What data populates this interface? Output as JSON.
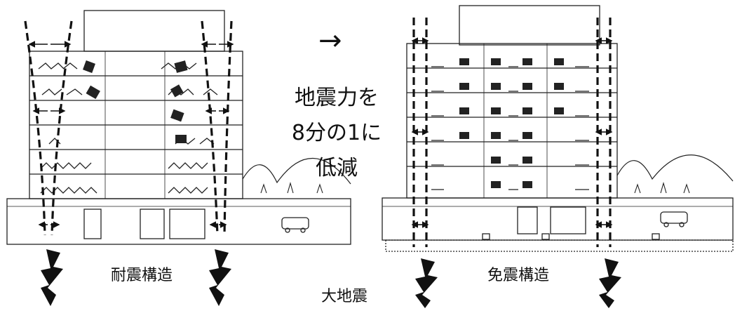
{
  "arrow": "→",
  "center_lines": [
    "地震力を",
    "8分の1に",
    "低減"
  ],
  "left_caption": "耐震構造",
  "right_caption": "免震構造",
  "bottom_caption": "大地震"
}
